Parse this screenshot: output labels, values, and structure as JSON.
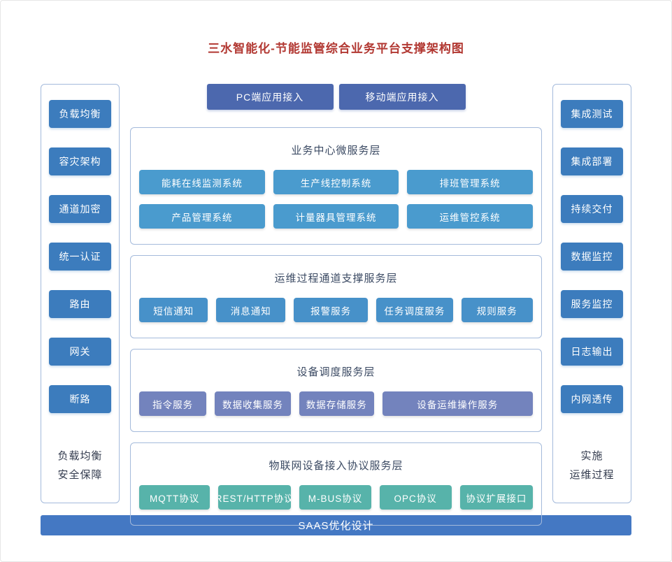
{
  "title": "三水智能化-节能监管综合业务平台支撑架构图",
  "colors": {
    "title_text": "#b23832",
    "panel_border": "#a4badb",
    "side_button": "#3c7cbd",
    "top_button": "#4c68ae",
    "bottom_bar": "#4478c3"
  },
  "left_panel": {
    "items": [
      "负载均衡",
      "容灾架构",
      "通道加密",
      "统一认证",
      "路由",
      "网关",
      "断路"
    ],
    "caption_lines": [
      "负载均衡",
      "安全保障"
    ]
  },
  "right_panel": {
    "items": [
      "集成测试",
      "集成部署",
      "持续交付",
      "数据监控",
      "服务监控",
      "日志输出",
      "内网透传"
    ],
    "caption_lines": [
      "实施",
      "运维过程"
    ]
  },
  "top_buttons": [
    "PC端应用接入",
    "移动端应用接入"
  ],
  "sections": [
    {
      "title": "业务中心微服务层",
      "button_color": "#4a9bce",
      "rows": [
        [
          "能耗在线监测系统",
          "生产线控制系统",
          "排班管理系统"
        ],
        [
          "产品管理系统",
          "计量器具管理系统",
          "运维管控系统"
        ]
      ]
    },
    {
      "title": "运维过程通道支撑服务层",
      "button_color": "#4791c9",
      "rows": [
        [
          "短信通知",
          "消息通知",
          "报警服务",
          "任务调度服务",
          "规则服务"
        ]
      ]
    },
    {
      "title": "设备调度服务层",
      "button_color": "#7383bd",
      "rows": [
        [
          "指令服务",
          "数据收集服务",
          "数据存储服务",
          "设备运维操作服务"
        ]
      ]
    },
    {
      "title": "物联网设备接入协议服务层",
      "button_color": "#57b3aa",
      "rows": [
        [
          "MQTT协议",
          "REST/HTTP协议",
          "M-BUS协议",
          "OPC协议",
          "协议扩展接口"
        ]
      ]
    }
  ],
  "bottom_bar": "SAAS优化设计"
}
